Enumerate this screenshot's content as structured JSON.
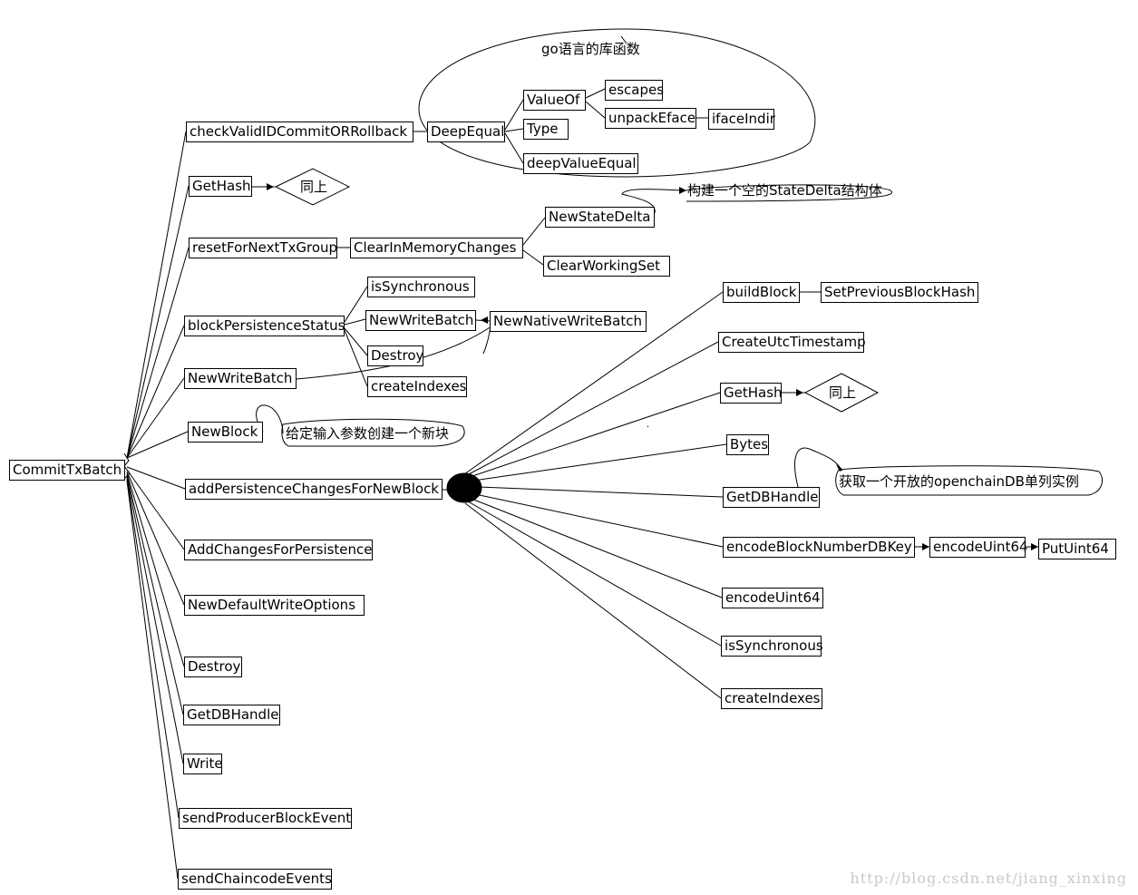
{
  "diagram": {
    "root": "CommitTxBatch",
    "go_library_title": "go语言的库函数",
    "children": {
      "check_valid": "checkValidIDCommitORRollback",
      "get_hash": "GetHash",
      "reset": "resetForNextTxGroup",
      "block_persistence_status": "blockPersistenceStatus",
      "new_write_batch": "NewWriteBatch",
      "new_block": "NewBlock",
      "add_persistence": "addPersistenceChangesForNewBlock",
      "add_changes": "AddChangesForPersistence",
      "new_default_write_options": "NewDefaultWriteOptions",
      "destroy": "Destroy",
      "get_db_handle": "GetDBHandle",
      "write": "Write",
      "send_producer": "sendProducerBlockEvent",
      "send_chaincode": "sendChaincodeEvents"
    },
    "deep_equal": {
      "label": "DeepEqual",
      "value_of": "ValueOf",
      "type": "Type",
      "deep_value_equal": "deepValueEqual",
      "escapes": "escapes",
      "unpack_eface": "unpackEface",
      "iface_indir": "ifaceIndir"
    },
    "same_as_above": "同上",
    "clear_in_memory": "ClearInMemoryChanges",
    "new_state_delta": "NewStateDelta",
    "clear_working_set": "ClearWorkingSet",
    "state_delta_note": "构建一个空的StateDelta结构体",
    "bps_children": {
      "is_synchronous": "isSynchronous",
      "new_write_batch": "NewWriteBatch",
      "new_native_write_batch": "NewNativeWriteBatch",
      "destroy": "Destroy",
      "create_indexes": "createIndexes"
    },
    "new_block_note": "给定输入参数创建一个新块",
    "add_persistence_children": {
      "build_block": "buildBlock",
      "set_previous_block_hash": "SetPreviousBlockHash",
      "create_utc_timestamp": "CreateUtcTimestamp",
      "get_hash": "GetHash",
      "bytes": "Bytes",
      "get_db_handle": "GetDBHandle",
      "get_db_handle_note": "获取一个开放的openchainDB单列实例",
      "encode_block_number_db_key": "encodeBlockNumberDBKey",
      "encode_uint64_a": "encodeUint64",
      "put_uint64": "PutUint64",
      "encode_uint64_b": "encodeUint64",
      "is_synchronous": "isSynchronous",
      "create_indexes": "createIndexes"
    }
  },
  "watermark": "http://blog.csdn.net/jiang_xinxing"
}
